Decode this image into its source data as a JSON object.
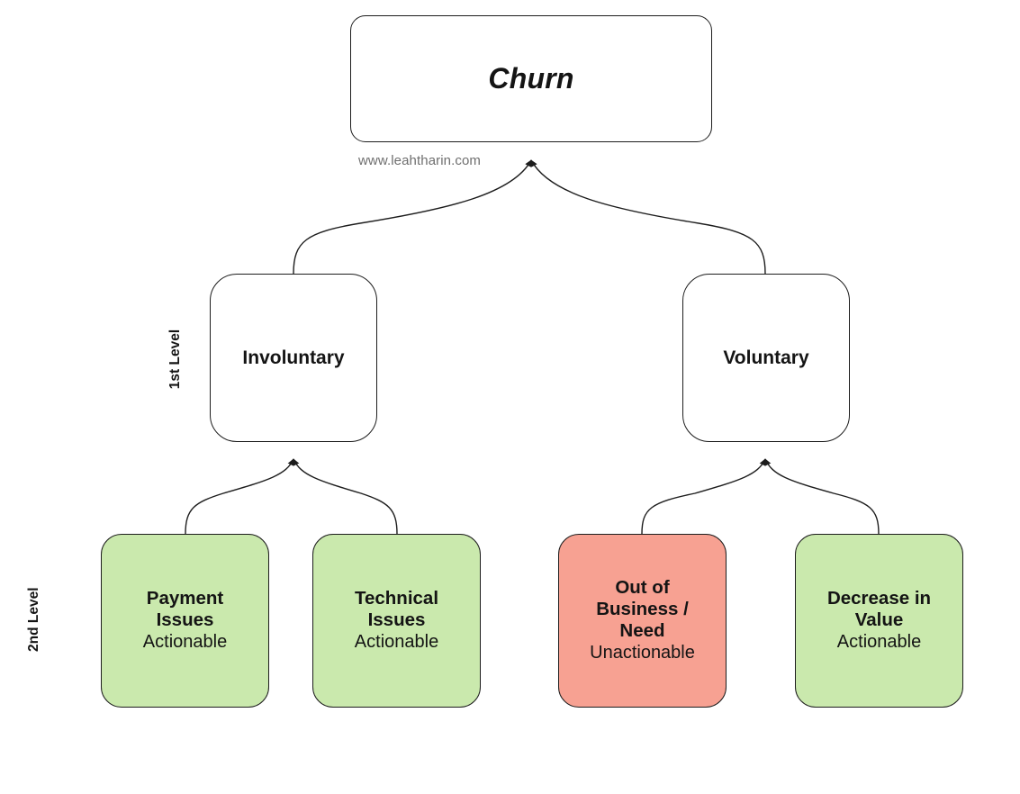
{
  "diagram": {
    "title": "Churn breakdown tree",
    "watermark": "www.leahtharin.com",
    "colors": {
      "green": "#CAE9AD",
      "red": "#F7A192",
      "stroke": "#1d1d1d",
      "text": "#141414",
      "watermark_text": "#6f6f6f",
      "background": "#ffffff"
    },
    "root": {
      "label": "Churn"
    },
    "level_labels": {
      "first": "1st Level",
      "second": "2nd Level"
    },
    "level1": [
      {
        "label": "Involuntary"
      },
      {
        "label": "Voluntary"
      }
    ],
    "level2": [
      {
        "title": "Payment\nIssues",
        "subtitle": "Actionable",
        "fill": "#CAE9AD",
        "parent": "Involuntary"
      },
      {
        "title": "Technical\nIssues",
        "subtitle": "Actionable",
        "fill": "#CAE9AD",
        "parent": "Involuntary"
      },
      {
        "title": "Out of\nBusiness /\nNeed",
        "subtitle": "Unactionable",
        "fill": "#F7A192",
        "parent": "Voluntary"
      },
      {
        "title": "Decrease in\nValue",
        "subtitle": "Actionable",
        "fill": "#CAE9AD",
        "parent": "Voluntary"
      }
    ]
  }
}
